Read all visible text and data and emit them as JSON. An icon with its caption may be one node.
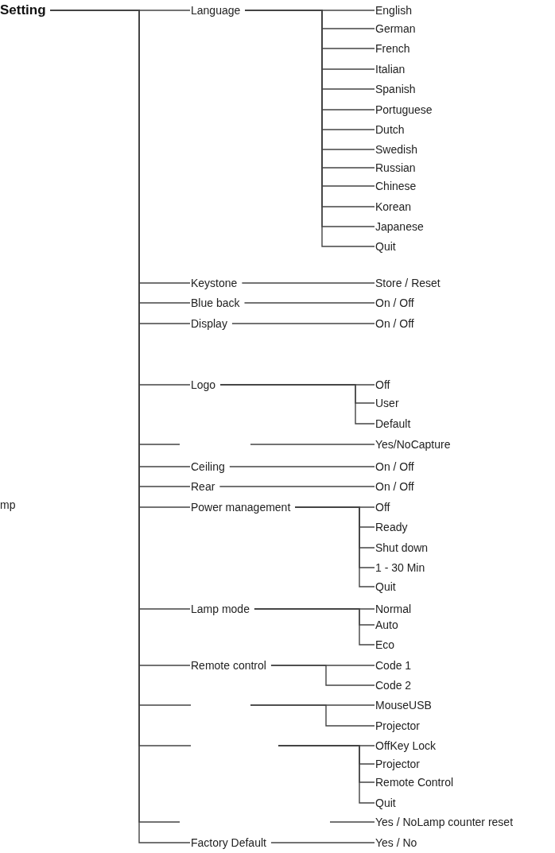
{
  "diagram": {
    "nodes": [
      {
        "text": [
          "Setting"
        ]
      },
      {
        "text": [
          "Language"
        ]
      },
      {
        "text": [
          "English"
        ]
      },
      {
        "text": [
          "German"
        ]
      },
      {
        "text": [
          "French"
        ]
      },
      {
        "text": [
          "Italian"
        ]
      },
      {
        "text": [
          "Spanish"
        ]
      },
      {
        "text": [
          "Portuguese"
        ]
      },
      {
        "text": [
          "Dutch"
        ]
      },
      {
        "text": [
          "Swedish"
        ]
      },
      {
        "text": [
          "Russian"
        ]
      },
      {
        "text": [
          "Chinese"
        ]
      },
      {
        "text": [
          "Korean"
        ]
      },
      {
        "text": [
          "Japanese"
        ]
      },
      {
        "text": [
          "Quit"
        ]
      },
      {
        "text": [
          "Keystone"
        ]
      },
      {
        "text": [
          "Store / Reset"
        ]
      },
      {
        "text": [
          "Blue back"
        ]
      },
      {
        "text": [
          "On / Off"
        ]
      },
      {
        "text": [
          "Display"
        ]
      },
      {
        "text": [
          "On / Off"
        ]
      },
      {
        "text": [
          "Logo"
        ]
      },
      {
        "text": [
          "Off"
        ]
      },
      {
        "text": [
          "User"
        ]
      },
      {
        "text": [
          "Default"
        ]
      },
      {
        "text": [
          "Yes/NoCapture"
        ]
      },
      {
        "text": [
          "Ceiling"
        ]
      },
      {
        "text": [
          "On / Off"
        ]
      },
      {
        "text": [
          "Rear"
        ]
      },
      {
        "text": [
          "On / Off"
        ]
      },
      {
        "text": [
          "Power management"
        ]
      },
      {
        "text": [
          "Off"
        ]
      },
      {
        "text": [
          "Ready"
        ]
      },
      {
        "text": [
          "Shut down"
        ]
      },
      {
        "text": [
          "1 - 30 Min"
        ]
      },
      {
        "text": [
          "Quit"
        ]
      },
      {
        "text": [
          "Lamp mode"
        ]
      },
      {
        "text": [
          "Normal"
        ]
      },
      {
        "text": [
          "Auto"
        ]
      },
      {
        "text": [
          "Eco"
        ]
      },
      {
        "text": [
          "Remote control"
        ]
      },
      {
        "text": [
          "Code 1"
        ]
      },
      {
        "text": [
          "Code 2"
        ]
      },
      {
        "text": [
          "MouseUSB"
        ]
      },
      {
        "text": [
          "Projector"
        ]
      },
      {
        "text": [
          "OffKey Lock"
        ]
      },
      {
        "text": [
          "Projector"
        ]
      },
      {
        "text": [
          "Remote Control"
        ]
      },
      {
        "text": [
          "Quit"
        ]
      },
      {
        "text": [
          "Yes / NoLamp counter reset"
        ]
      },
      {
        "text": [
          "Factory Default"
        ]
      },
      {
        "text": [
          "Yes / No"
        ]
      }
    ],
    "edges": [
      {
        "from": 0,
        "to": 1,
        "arrow": "none"
      },
      {
        "from": 1,
        "to": 2,
        "arrow": "none"
      },
      {
        "from": 1,
        "to": 3,
        "arrow": "none"
      },
      {
        "from": 1,
        "to": 4,
        "arrow": "none"
      },
      {
        "from": 1,
        "to": 5,
        "arrow": "none"
      },
      {
        "from": 1,
        "to": 6,
        "arrow": "none"
      },
      {
        "from": 1,
        "to": 7,
        "arrow": "none"
      },
      {
        "from": 1,
        "to": 8,
        "arrow": "none"
      },
      {
        "from": 1,
        "to": 9,
        "arrow": "none"
      },
      {
        "from": 1,
        "to": 10,
        "arrow": "none"
      },
      {
        "from": 1,
        "to": 11,
        "arrow": "none"
      },
      {
        "from": 1,
        "to": 12,
        "arrow": "none"
      },
      {
        "from": 1,
        "to": 13,
        "arrow": "none"
      },
      {
        "from": 1,
        "to": 14,
        "arrow": "none"
      },
      {
        "from": 0,
        "to": 15,
        "arrow": "none"
      },
      {
        "from": 15,
        "to": 16,
        "arrow": "none"
      },
      {
        "from": 0,
        "to": 17,
        "arrow": "none"
      },
      {
        "from": 17,
        "to": 18,
        "arrow": "none"
      },
      {
        "from": 0,
        "to": 19,
        "arrow": "none"
      },
      {
        "from": 19,
        "to": 20,
        "arrow": "none"
      },
      {
        "from": 0,
        "to": 21,
        "arrow": "none"
      },
      {
        "from": 21,
        "to": 22,
        "arrow": "none"
      },
      {
        "from": 21,
        "to": 23,
        "arrow": "none"
      },
      {
        "from": 21,
        "to": 24,
        "arrow": "none"
      },
      {
        "from": 0,
        "to": null,
        "arrow": "none"
      },
      {
        "from": null,
        "to": 25,
        "arrow": "none"
      },
      {
        "from": 0,
        "to": 26,
        "arrow": "none"
      },
      {
        "from": 26,
        "to": 27,
        "arrow": "none"
      },
      {
        "from": 0,
        "to": 28,
        "arrow": "none"
      },
      {
        "from": 28,
        "to": 29,
        "arrow": "none"
      },
      {
        "from": 0,
        "to": 30,
        "arrow": "none"
      },
      {
        "from": 30,
        "to": 31,
        "arrow": "none"
      },
      {
        "from": 30,
        "to": 32,
        "arrow": "none"
      },
      {
        "from": 30,
        "to": 33,
        "arrow": "none"
      },
      {
        "from": 30,
        "to": 34,
        "arrow": "none"
      },
      {
        "from": 30,
        "to": 35,
        "arrow": "none"
      },
      {
        "from": 0,
        "to": 36,
        "arrow": "none"
      },
      {
        "from": 36,
        "to": 37,
        "arrow": "none"
      },
      {
        "from": 36,
        "to": 38,
        "arrow": "none"
      },
      {
        "from": 36,
        "to": 39,
        "arrow": "none"
      },
      {
        "from": 0,
        "to": 40,
        "arrow": "none"
      },
      {
        "from": 40,
        "to": 41,
        "arrow": "none"
      },
      {
        "from": 40,
        "to": 42,
        "arrow": "none"
      },
      {
        "from": 0,
        "to": null,
        "arrow": "none"
      },
      {
        "from": null,
        "to": 43,
        "arrow": "none"
      },
      {
        "from": null,
        "to": 44,
        "arrow": "none"
      },
      {
        "from": 0,
        "to": null,
        "arrow": "none"
      },
      {
        "from": null,
        "to": 45,
        "arrow": "none"
      },
      {
        "from": null,
        "to": 46,
        "arrow": "none"
      },
      {
        "from": null,
        "to": 47,
        "arrow": "none"
      },
      {
        "from": null,
        "to": 48,
        "arrow": "none"
      },
      {
        "from": 0,
        "to": null,
        "arrow": "none"
      },
      {
        "from": null,
        "to": 49,
        "arrow": "none"
      },
      {
        "from": 0,
        "to": 50,
        "arrow": "none"
      },
      {
        "from": 50,
        "to": 51,
        "arrow": "none"
      }
    ],
    "labels": [
      "mp"
    ]
  }
}
